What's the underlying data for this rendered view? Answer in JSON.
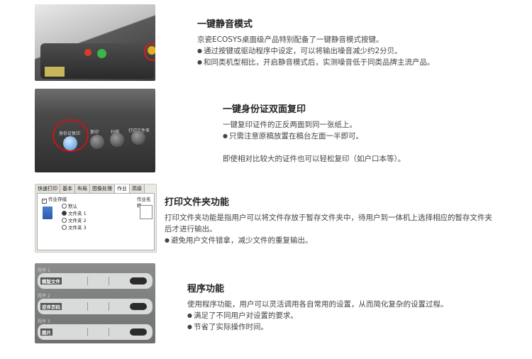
{
  "sections": [
    {
      "title": "一键静音模式",
      "lines": [
        "京瓷ECOSYS桌面级产品特别配备了一键静音模式按键。",
        "通过按键或驱动程序中设定，可以将输出噪音减少约2分贝。",
        "和同类机型相比，开启静音模式后，实测噪音低于同类品牌主流产品。"
      ]
    },
    {
      "title": "一键身份证双面复印",
      "lines": [
        "一键复印证件的正反两面到同一张纸上。",
        "只需注意原稿放置在稿台左面一半即可。",
        "即使相对比较大的证件也可以轻松复印（如户口本等）。"
      ]
    },
    {
      "title": "打印文件夹功能",
      "lines": [
        "打印文件夹功能是指用户可以将文件存放于暂存文件夹中，待用户到一体机上选择相应的暂存文件夹",
        "后才进行输出。",
        "避免用户文件错拿，减少文件的重复输出。"
      ]
    },
    {
      "title": "程序功能",
      "lines": [
        "使用程序功能，用户可以灵活调用各自常用的设置，从而简化复杂的设置过程。",
        "满足了不同用户对设置的要求。",
        "节省了实际操作时间。"
      ]
    }
  ],
  "photo2_labels": [
    "身份证复印",
    "复印",
    "扫描",
    "打印文件夹"
  ],
  "screenshot": {
    "tabs": [
      "快速打印",
      "基本",
      "布局",
      "图像处理",
      "作业",
      "高级"
    ],
    "options": [
      "作业存储",
      "默认",
      "文件夹 1",
      "文件夹 2",
      "文件夹 3"
    ],
    "right_label": "作业名称"
  },
  "program_rows": [
    "程序 1",
    "程序 2",
    "程序 3"
  ],
  "program_labels": [
    "模版文件",
    "逆序页码",
    "图片"
  ]
}
